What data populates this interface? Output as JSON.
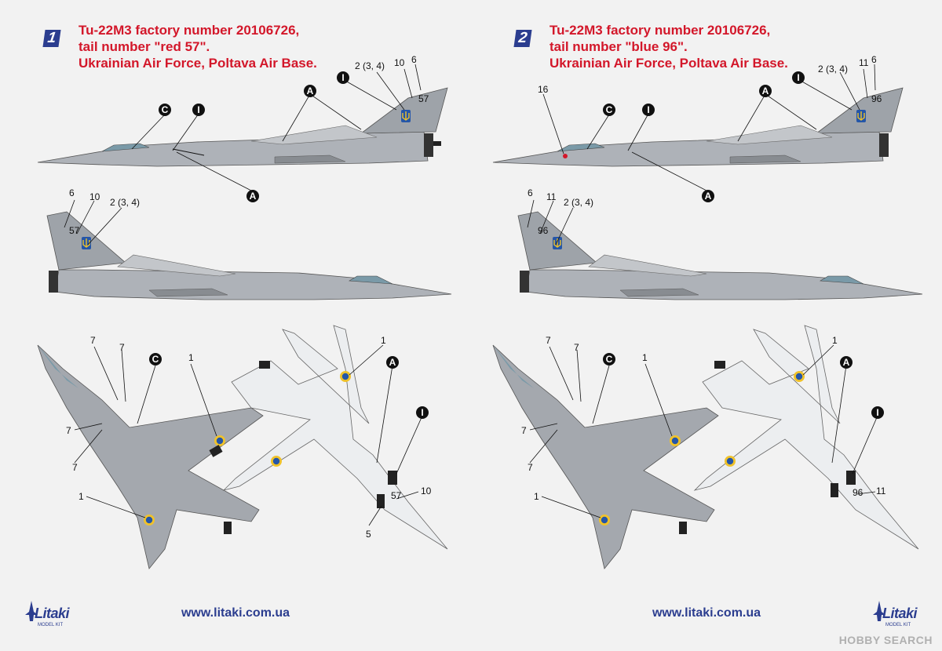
{
  "profiles": [
    {
      "number": "1",
      "title_lines": [
        "Tu-22M3 factory number 20106726,",
        "tail number \"red 57\".",
        "Ukrainian Air Force, Poltava Air Base."
      ],
      "tail_code_color": "#d3172a"
    },
    {
      "number": "2",
      "title_lines": [
        "Tu-22M3 factory number 20106726,",
        "tail number \"blue 96\".",
        "Ukrainian Air Force, Poltava Air Base."
      ],
      "tail_code_color": "#2b5bb5"
    }
  ],
  "callouts": {
    "C": "C",
    "I": "I",
    "A": "A",
    "n1": "1",
    "n2": "2 (3, 4)",
    "n5": "5",
    "n6": "6",
    "n7": "7",
    "n10": "10",
    "n11": "11",
    "n16": "16"
  },
  "website": "www.litaki.com.ua",
  "logo": {
    "name": "Litaki",
    "subtitle": "MODEL KIT"
  },
  "watermark": "HOBBY SEARCH",
  "colors": {
    "title_red": "#d3172a",
    "badge_blue": "#2b3d8f",
    "aircraft_grey": "#a9adb3",
    "aircraft_light": "#e9eaec",
    "ukraine_blue": "#2556a8",
    "ukraine_yellow": "#f0c22a"
  }
}
